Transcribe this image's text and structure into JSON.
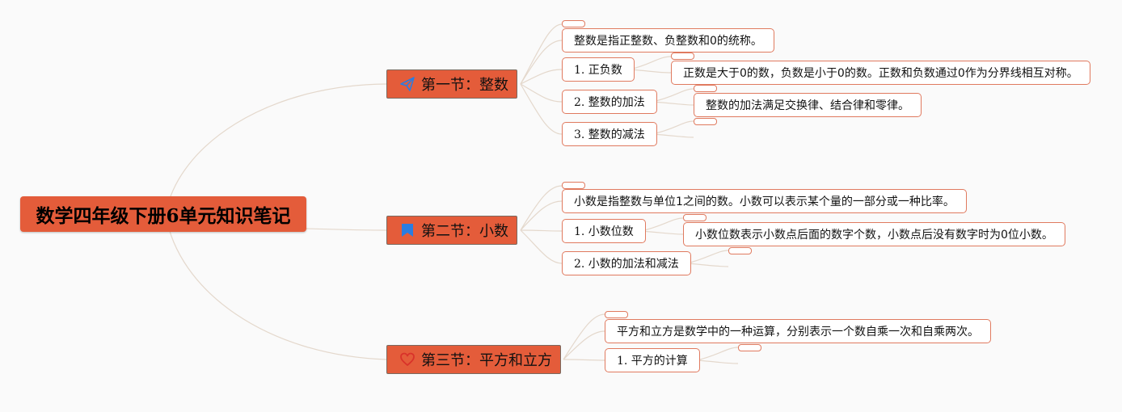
{
  "root": {
    "label": "数学四年级下册6单元知识笔记"
  },
  "sections": [
    {
      "label": "第一节：整数",
      "icon": "paper-plane-icon",
      "summary": "整数是指正整数、负整数和0的统称。",
      "items": [
        {
          "label": "1. 正负数",
          "detail": "正数是大于0的数，负数是小于0的数。正数和负数通过0作为分界线相互对称。"
        },
        {
          "label": "2. 整数的加法",
          "detail": "整数的加法满足交换律、结合律和零律。"
        },
        {
          "label": "3. 整数的减法",
          "detail": ""
        }
      ]
    },
    {
      "label": "第二节：小数",
      "icon": "bookmark-icon",
      "summary": "小数是指整数与单位1之间的数。小数可以表示某个量的一部分或一种比率。",
      "items": [
        {
          "label": "1. 小数位数",
          "detail": "小数位数表示小数点后面的数字个数，小数点后没有数字时为0位小数。"
        },
        {
          "label": "2. 小数的加法和减法",
          "detail": ""
        }
      ]
    },
    {
      "label": "第三节：平方和立方",
      "icon": "heart-icon",
      "summary": "平方和立方是数学中的一种运算，分别表示一个数自乘一次和自乘两次。",
      "items": [
        {
          "label": "1. 平方的计算",
          "detail": ""
        }
      ]
    }
  ],
  "colors": {
    "accent": "#e45c3a",
    "border": "#e07a5f",
    "link": "#e4d8cc",
    "icon_blue": "#2a7de1"
  }
}
